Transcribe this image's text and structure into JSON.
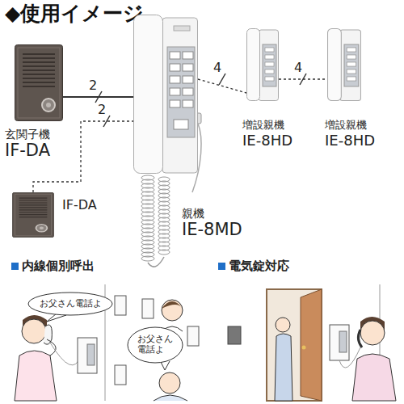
{
  "diagram": {
    "title": "◆使用イメージ",
    "nodes": [
      {
        "text": [
          "玄関子機",
          "IF-DA"
        ]
      },
      {
        "text": [
          "IF-DA"
        ]
      },
      {
        "text": [
          "親機",
          "IE-8MD"
        ]
      },
      {
        "text": [
          "増設親機",
          "IE-8HD"
        ]
      },
      {
        "text": [
          "増設親機",
          "IE-8HD"
        ]
      }
    ],
    "edges": [
      {
        "from": 0,
        "to": 2,
        "label": "2",
        "arrow": "none"
      },
      {
        "from": 1,
        "to": 2,
        "label": "2",
        "arrow": "none"
      },
      {
        "from": 2,
        "to": 3,
        "label": "4",
        "arrow": "none"
      },
      {
        "from": 3,
        "to": 4,
        "label": "4",
        "arrow": "none"
      }
    ],
    "labels": [
      "内線個別呼出",
      "電気錠対応",
      "お父さん電話よ",
      "お父さん 電話よ"
    ]
  }
}
